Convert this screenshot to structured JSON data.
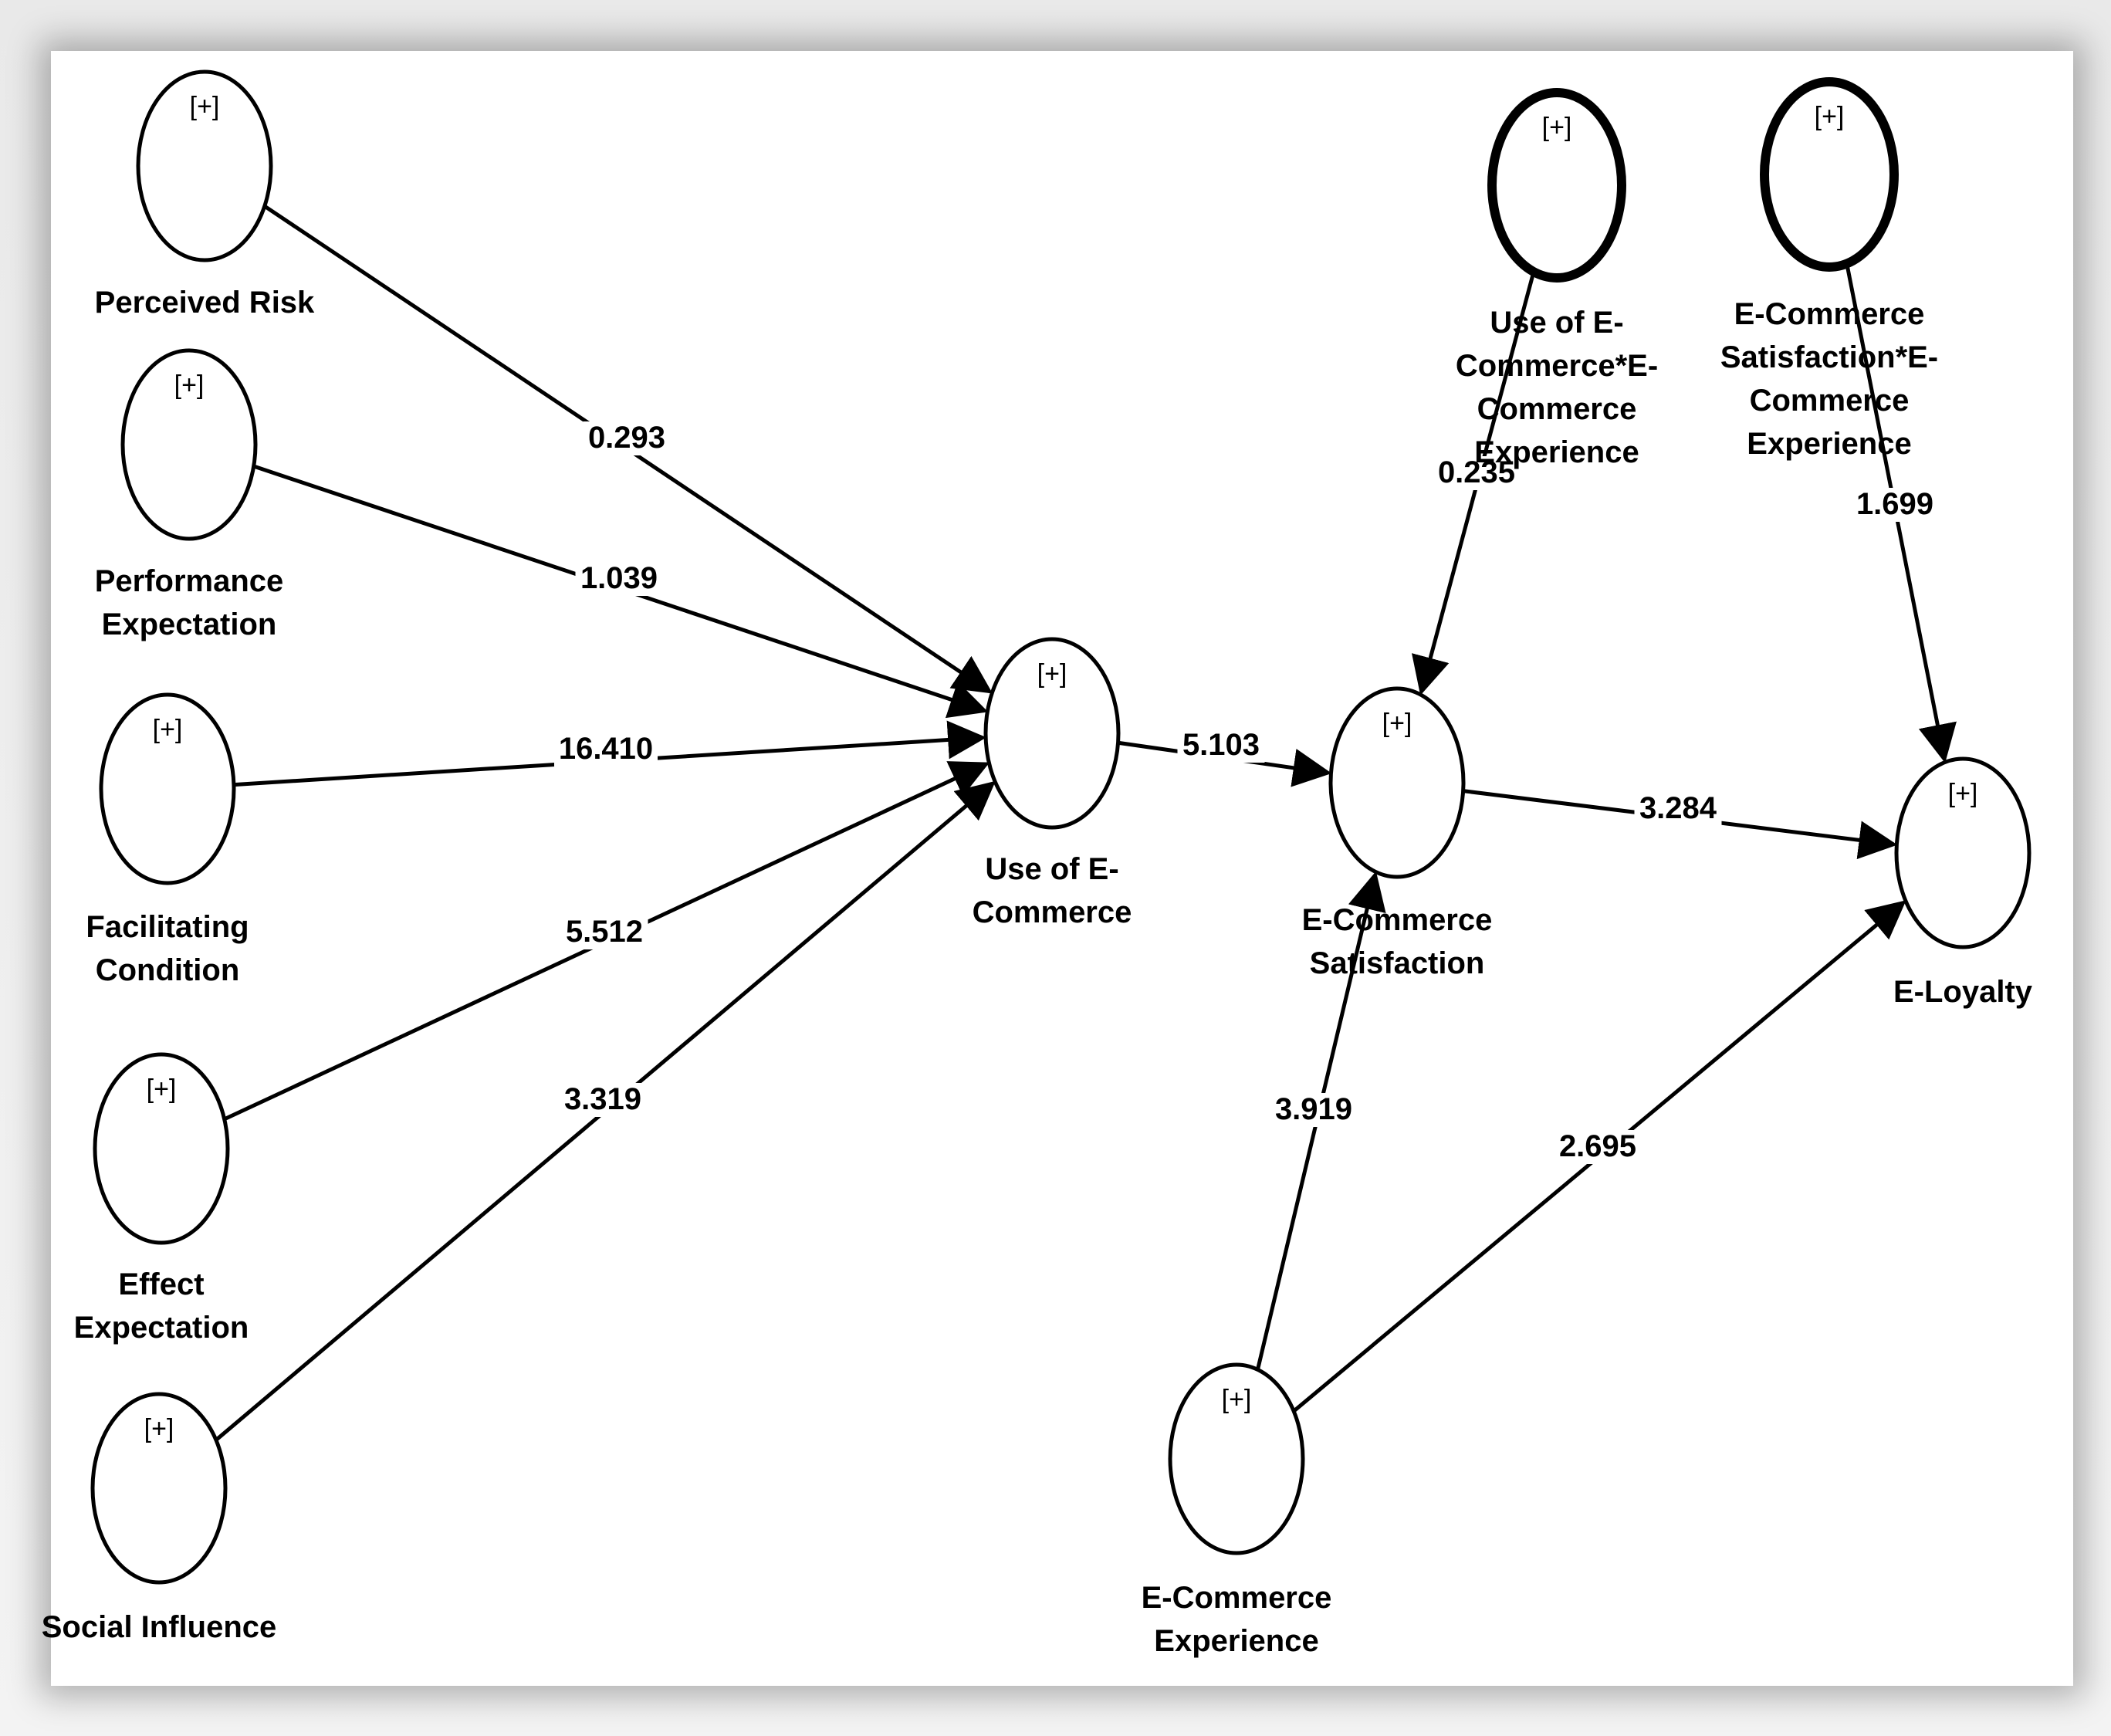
{
  "colors": {
    "line": "#000000",
    "label_background": "#ffffff",
    "panel": "#ffffff"
  },
  "node_marker": "[+]",
  "nodes": [
    {
      "id": "perceived-risk",
      "label_lines": [
        "Perceived Risk"
      ],
      "emphasis": false
    },
    {
      "id": "performance-expectation",
      "label_lines": [
        "Performance",
        "Expectation"
      ],
      "emphasis": false
    },
    {
      "id": "facilitating-condition",
      "label_lines": [
        "Facilitating",
        "Condition"
      ],
      "emphasis": false
    },
    {
      "id": "effect-expectation",
      "label_lines": [
        "Effect",
        "Expectation"
      ],
      "emphasis": false
    },
    {
      "id": "social-influence",
      "label_lines": [
        "Social Influence"
      ],
      "emphasis": false
    },
    {
      "id": "use-of-ecommerce",
      "label_lines": [
        "Use of E-",
        "Commerce"
      ],
      "emphasis": false
    },
    {
      "id": "ecommerce-satisfaction",
      "label_lines": [
        "E-Commerce",
        "Satisfaction"
      ],
      "emphasis": false
    },
    {
      "id": "use-x-experience",
      "label_lines": [
        "Use of E-",
        "Commerce*E-",
        "Commerce",
        "Experience"
      ],
      "emphasis": true
    },
    {
      "id": "satisfaction-x-experience",
      "label_lines": [
        "E-Commerce",
        "Satisfaction*E-",
        "Commerce",
        "Experience"
      ],
      "emphasis": true
    },
    {
      "id": "e-loyalty",
      "label_lines": [
        "E-Loyalty"
      ],
      "emphasis": false
    },
    {
      "id": "ecommerce-experience",
      "label_lines": [
        "E-Commerce",
        "Experience"
      ],
      "emphasis": false
    }
  ],
  "paths": [
    {
      "from": "perceived-risk",
      "to": "use-of-ecommerce",
      "value": "0.293"
    },
    {
      "from": "performance-expectation",
      "to": "use-of-ecommerce",
      "value": "1.039"
    },
    {
      "from": "facilitating-condition",
      "to": "use-of-ecommerce",
      "value": "16.410"
    },
    {
      "from": "effect-expectation",
      "to": "use-of-ecommerce",
      "value": "5.512"
    },
    {
      "from": "social-influence",
      "to": "use-of-ecommerce",
      "value": "3.319"
    },
    {
      "from": "use-of-ecommerce",
      "to": "ecommerce-satisfaction",
      "value": "5.103"
    },
    {
      "from": "use-x-experience",
      "to": "ecommerce-satisfaction",
      "value": "0.235"
    },
    {
      "from": "ecommerce-experience",
      "to": "ecommerce-satisfaction",
      "value": "3.919"
    },
    {
      "from": "ecommerce-satisfaction",
      "to": "e-loyalty",
      "value": "3.284"
    },
    {
      "from": "satisfaction-x-experience",
      "to": "e-loyalty",
      "value": "1.699"
    },
    {
      "from": "ecommerce-experience",
      "to": "e-loyalty",
      "value": "2.695"
    }
  ]
}
